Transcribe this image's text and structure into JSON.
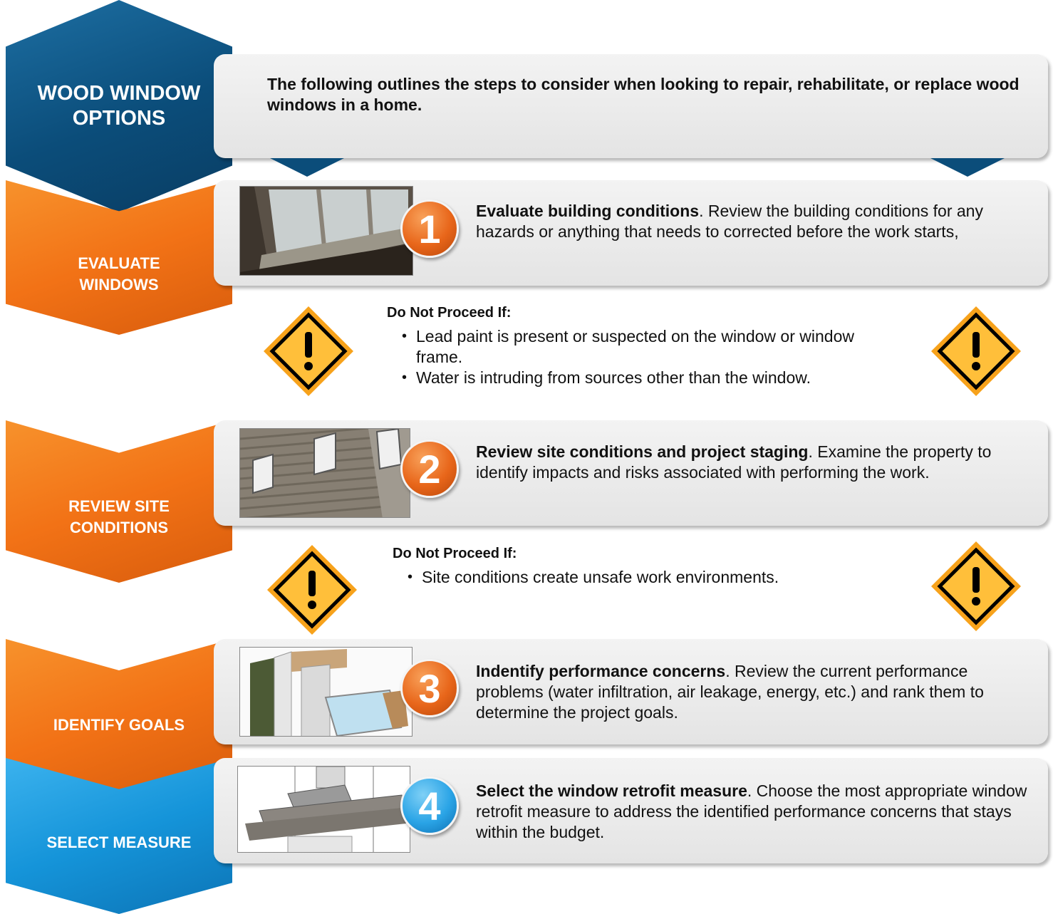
{
  "header": {
    "title": "WOOD WINDOW OPTIONS",
    "intro": "The following outlines the steps to consider when looking to repair, rehabilitate, or replace wood windows in a home."
  },
  "stages": [
    {
      "label": "EVALUATE WINDOWS"
    },
    {
      "label": "REVIEW SITE CONDITIONS"
    },
    {
      "label": "IDENTIFY GOALS"
    },
    {
      "label": "SELECT MEASURE"
    }
  ],
  "steps": [
    {
      "number": "1",
      "title": "Evaluate building conditions",
      "text": ". Review the building conditions for any hazards or anything that needs to corrected before the work starts,"
    },
    {
      "number": "2",
      "title": "Review site conditions and project staging",
      "text": ". Examine the property to identify impacts and risks associated with performing the work."
    },
    {
      "number": "3",
      "title": "Indentify performance concerns",
      "text": ". Review the current performance problems (water infiltration, air leakage, energy, etc.) and rank them to determine the project goals."
    },
    {
      "number": "4",
      "title": "Select the window retrofit measure",
      "text": ". Choose the most appropriate window retrofit measure to address the identified performance concerns that stays within the budget."
    }
  ],
  "warnings": [
    {
      "title": "Do Not Proceed If:",
      "items": [
        "Lead paint is present or suspected on the window or window frame.",
        "Water is intruding from sources other than the window."
      ]
    },
    {
      "title": "Do Not Proceed If:",
      "items": [
        "Site conditions create unsafe work environments."
      ]
    }
  ],
  "icons": {
    "warning": "warning-diamond-icon"
  },
  "colors": {
    "navy": "#0b4d7a",
    "orange": "#f27216",
    "light_blue": "#1594d9",
    "warning_fill": "#f7a21b"
  }
}
